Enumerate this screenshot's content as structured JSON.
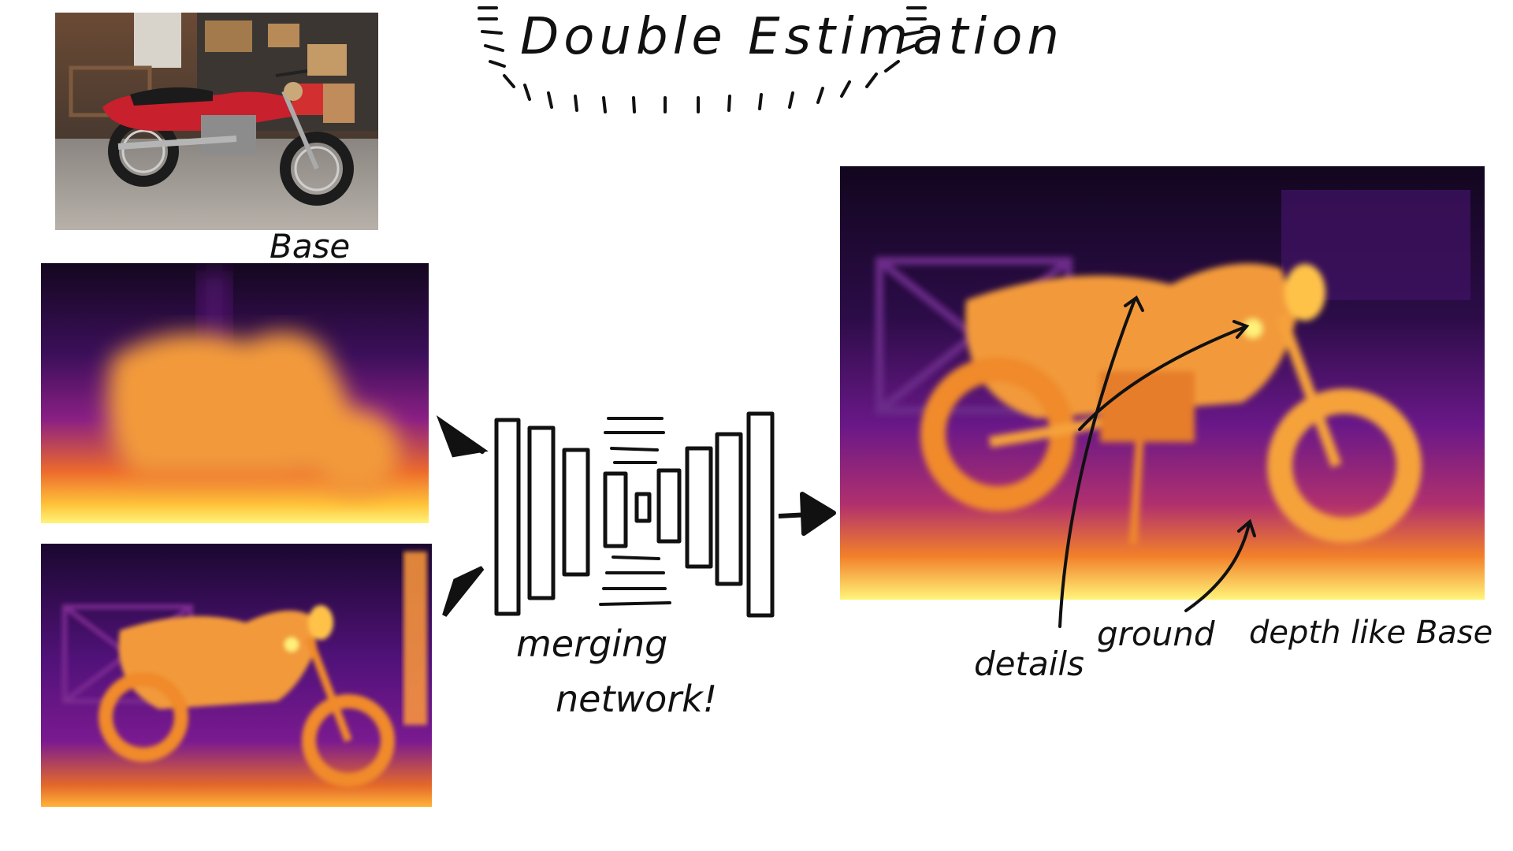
{
  "title": "Double Estimation",
  "labels": {
    "base": "Base",
    "merging_line1": "merging",
    "merging_line2": "network!",
    "details": "details",
    "ground": "ground",
    "depth_like_base": "depth like Base"
  },
  "colors": {
    "ink": "#111111",
    "depth_far": "#12061f",
    "depth_mid": "#7a1b8c",
    "depth_near": "#f08a1c",
    "depth_nearest": "#fff27a",
    "bike_red": "#c8202c"
  }
}
